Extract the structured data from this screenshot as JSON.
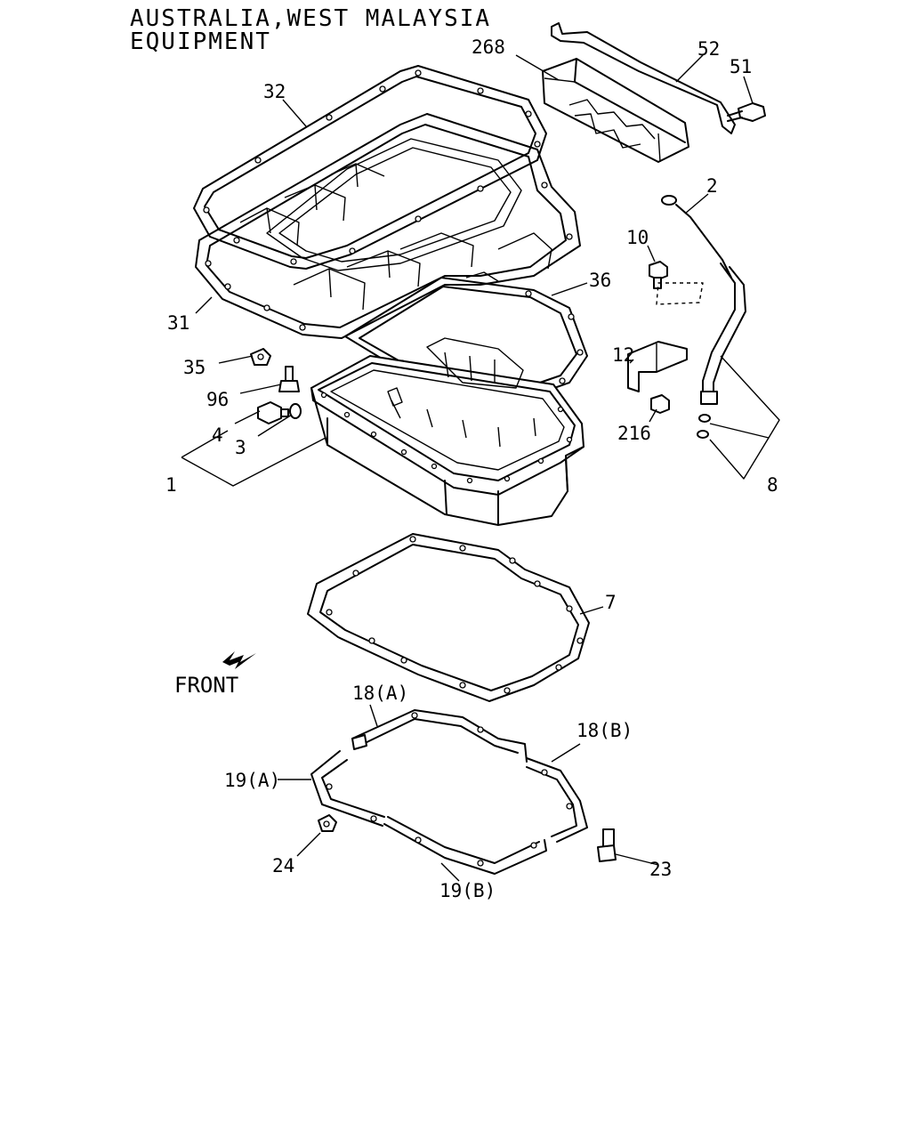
{
  "title": {
    "line1": "AUSTRALIA,WEST MALAYSIA",
    "line2": "EQUIPMENT"
  },
  "front_label": "FRONT",
  "callouts": {
    "c268": "268",
    "c52": "52",
    "c51": "51",
    "c32": "32",
    "c2": "2",
    "c10": "10",
    "c36": "36",
    "c31": "31",
    "c12": "12",
    "c35": "35",
    "c96": "96",
    "c216": "216",
    "c4": "4",
    "c3": "3",
    "c1": "1",
    "c8": "8",
    "c7": "7",
    "c18a": "18(A)",
    "c18b": "18(B)",
    "c19a": "19(A)",
    "c24": "24",
    "c23": "23",
    "c19b": "19(B)"
  }
}
